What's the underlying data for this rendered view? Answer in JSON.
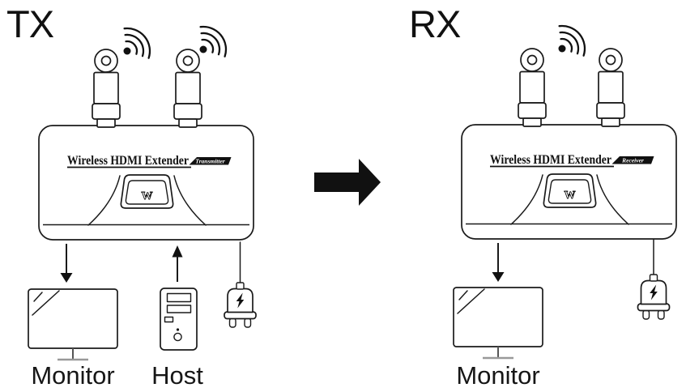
{
  "diagram": {
    "tx": {
      "section_label": "TX",
      "device": {
        "title": "Wireless HDMI Extender",
        "badge": "Transmitter",
        "button_label": "W"
      },
      "monitor_label": "Monitor",
      "host_label": "Host"
    },
    "rx": {
      "section_label": "RX",
      "device": {
        "title": "Wireless HDMI Extender",
        "badge": "Receiver",
        "button_label": "W"
      },
      "monitor_label": "Monitor"
    },
    "icons": {
      "antenna": "antenna-icon",
      "wireless_signal": "wireless-signal-icon",
      "monitor": "monitor-icon",
      "host": "host-tower-icon",
      "power_plug": "power-plug-icon",
      "down_arrow": "down-arrow-icon",
      "up_arrow": "up-arrow-icon",
      "flow_arrow": "right-arrow-icon"
    },
    "colors": {
      "line": "#1a1a1a",
      "badge_bg": "#111111",
      "badge_text": "#ffffff",
      "background": "#ffffff"
    }
  }
}
